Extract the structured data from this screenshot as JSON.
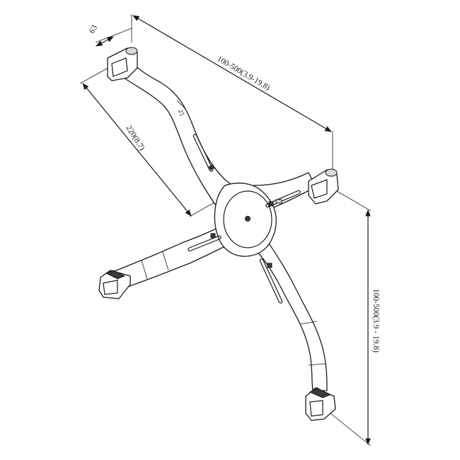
{
  "diagram": {
    "dimensions": {
      "top_width": "63",
      "top_span": "100-500(3.9-19.8)",
      "arm_length": "220(8.7)",
      "right_span": "100-500(3.9 - 19.8)",
      "arm_width": "25"
    },
    "colors": {
      "line": "#1a1a1a",
      "background": "#ffffff",
      "shade": "#d8d8d8"
    }
  }
}
